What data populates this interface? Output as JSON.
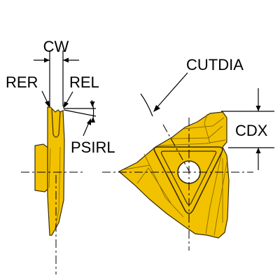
{
  "labels": {
    "cw": "CW",
    "rer": "RER",
    "rel": "REL",
    "psirl": "PSIRL",
    "cutdia": "CUTDIA",
    "cdx": "CDX"
  },
  "colors": {
    "insert_fill": "#F2C200",
    "insert_outline": "#3A2C00",
    "line": "#000000",
    "background": "#FFFFFF"
  },
  "views": {
    "left": "side-view-insert",
    "right": "top-view-threading-insert"
  }
}
